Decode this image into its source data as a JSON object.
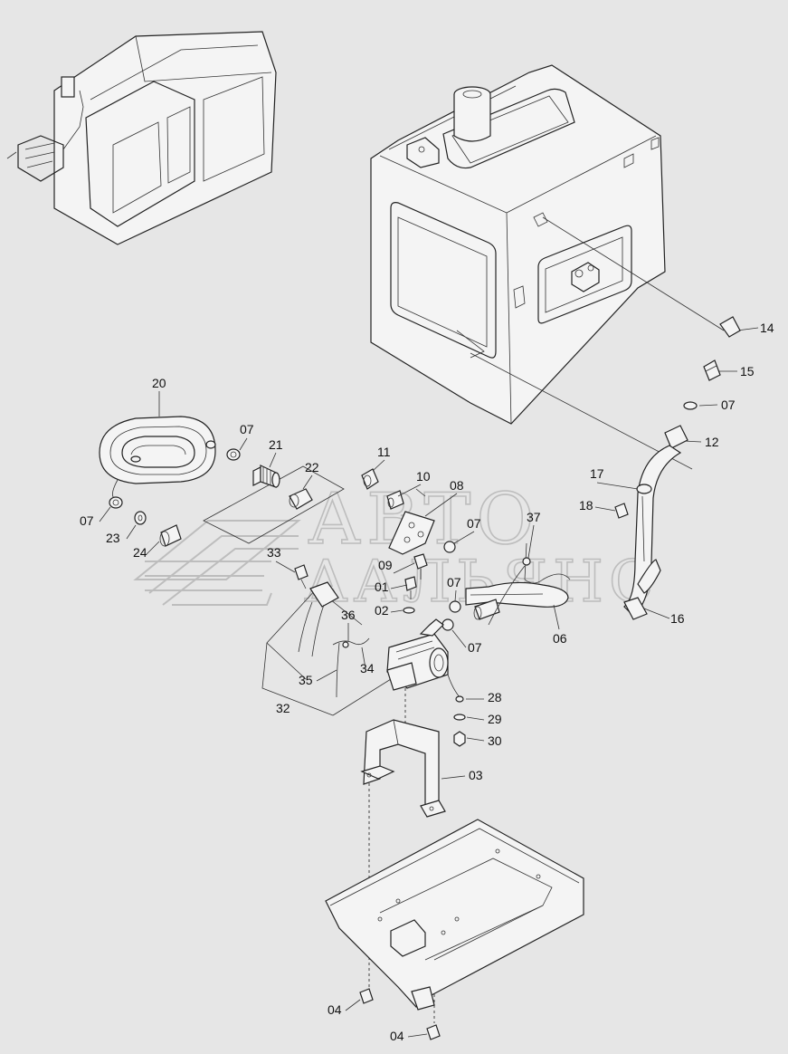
{
  "watermark": {
    "line1": "АВТО",
    "line2": "ААЛЬЯНС"
  },
  "labels": {
    "p01": "01",
    "p02": "02",
    "p03": "03",
    "p04a": "04",
    "p04b": "04",
    "p06": "06",
    "p07a": "07",
    "p07b": "07",
    "p07c": "07",
    "p07d": "07",
    "p07e": "07",
    "p07f": "07",
    "p08": "08",
    "p09": "09",
    "p10": "10",
    "p11": "11",
    "p12": "12",
    "p14": "14",
    "p15": "15",
    "p16": "16",
    "p17": "17",
    "p18": "18",
    "p20": "20",
    "p21": "21",
    "p22": "22",
    "p23": "23",
    "p24": "24",
    "p28": "28",
    "p29": "29",
    "p30": "30",
    "p32": "32",
    "p33": "33",
    "p34": "34",
    "p35": "35",
    "p36": "36",
    "p37": "37"
  },
  "colors": {
    "background": "#e6e6e6",
    "line": "#222222",
    "watermark": "#bdbdbd"
  }
}
